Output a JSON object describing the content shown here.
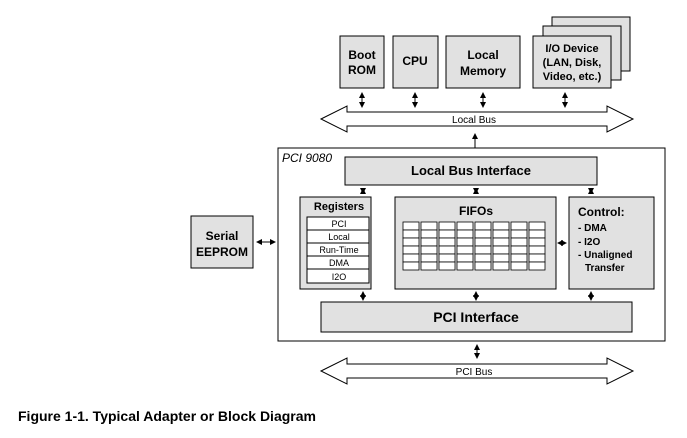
{
  "diagram": {
    "boot_rom": [
      "Boot",
      "ROM"
    ],
    "cpu": "CPU",
    "local_memory": [
      "Local",
      "Memory"
    ],
    "io_device": [
      "I/O Device",
      "(LAN, Disk,",
      "Video, etc.)"
    ],
    "local_bus": "Local Bus",
    "chip_name": "PCI 9080",
    "local_bus_interface": "Local Bus Interface",
    "serial_eeprom": [
      "Serial",
      "EEPROM"
    ],
    "registers": {
      "title": "Registers",
      "items": [
        "PCI",
        "Local",
        "Run-Time",
        "DMA",
        "I2O"
      ]
    },
    "fifos": "FIFOs",
    "control": {
      "title": "Control:",
      "items": [
        "- DMA",
        "- I2O",
        "- Unaligned",
        "Transfer"
      ]
    },
    "pci_interface": "PCI Interface",
    "pci_bus": "PCI Bus"
  },
  "caption": "Figure 1-1. Typical Adapter or Block Diagram"
}
